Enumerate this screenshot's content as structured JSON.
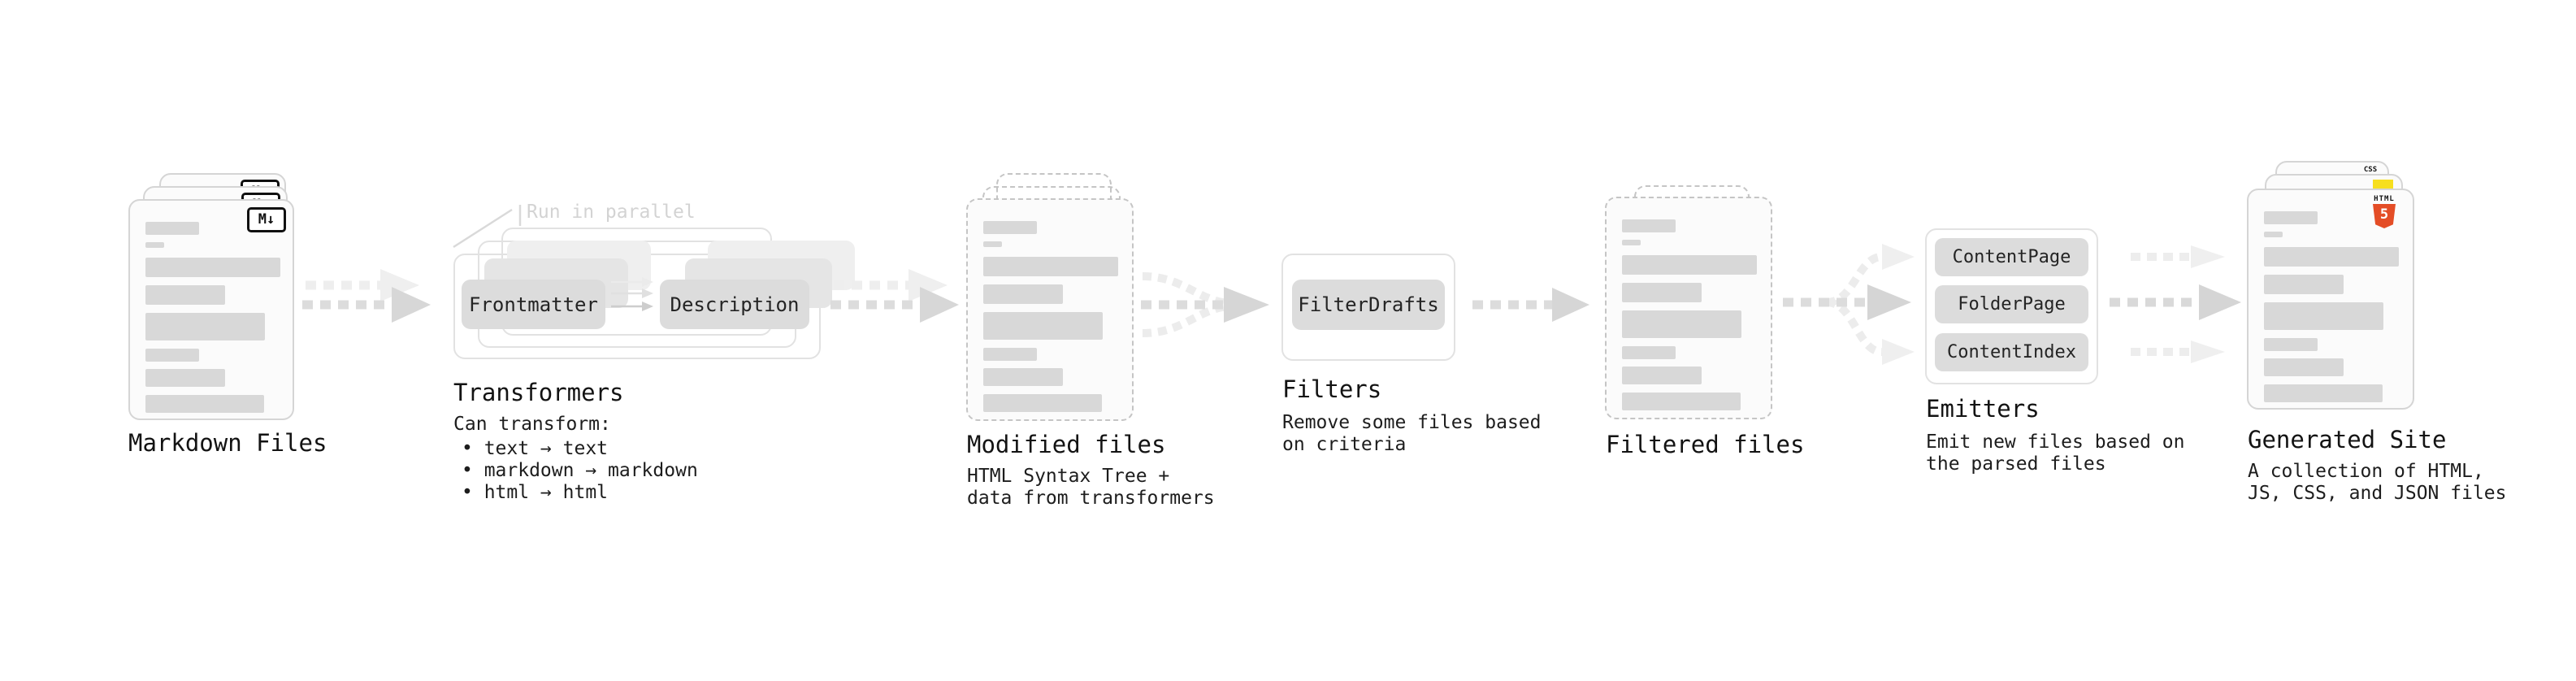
{
  "diagram": {
    "markdown_files": {
      "title": "Markdown Files",
      "badge": "M↓"
    },
    "transformers": {
      "annotation": "Run in parallel",
      "input_pill": "Frontmatter",
      "output_pill": "Description",
      "title": "Transformers",
      "description_heading": "Can transform:",
      "bullets": [
        "• text → text",
        "• markdown → markdown",
        "• html → html"
      ]
    },
    "modified_files": {
      "title": "Modified files",
      "subtitle_lines": [
        "HTML Syntax Tree +",
        "data from transformers"
      ]
    },
    "filters": {
      "pill": "FilterDrafts",
      "title": "Filters",
      "subtitle_lines": [
        "Remove some files based",
        "on criteria"
      ]
    },
    "filtered_files": {
      "title": "Filtered files"
    },
    "emitters": {
      "pills": [
        "ContentPage",
        "FolderPage",
        "ContentIndex"
      ],
      "title": "Emitters",
      "subtitle_lines": [
        "Emit new files based on",
        "the parsed files"
      ]
    },
    "generated_site": {
      "title": "Generated Site",
      "subtitle_lines": [
        "A collection of HTML,",
        "JS, CSS, and JSON files"
      ],
      "css_badge": "CSS",
      "html_badge_label": "HTML",
      "html_badge_number": "5"
    },
    "colors": {
      "html5_orange": "#e44d26",
      "js_yellow": "#f7df1e",
      "css_blue": "#2f6fed",
      "placeholder_gray": "#d8d8d8",
      "arrow_gray": "#d8d8d8"
    }
  }
}
